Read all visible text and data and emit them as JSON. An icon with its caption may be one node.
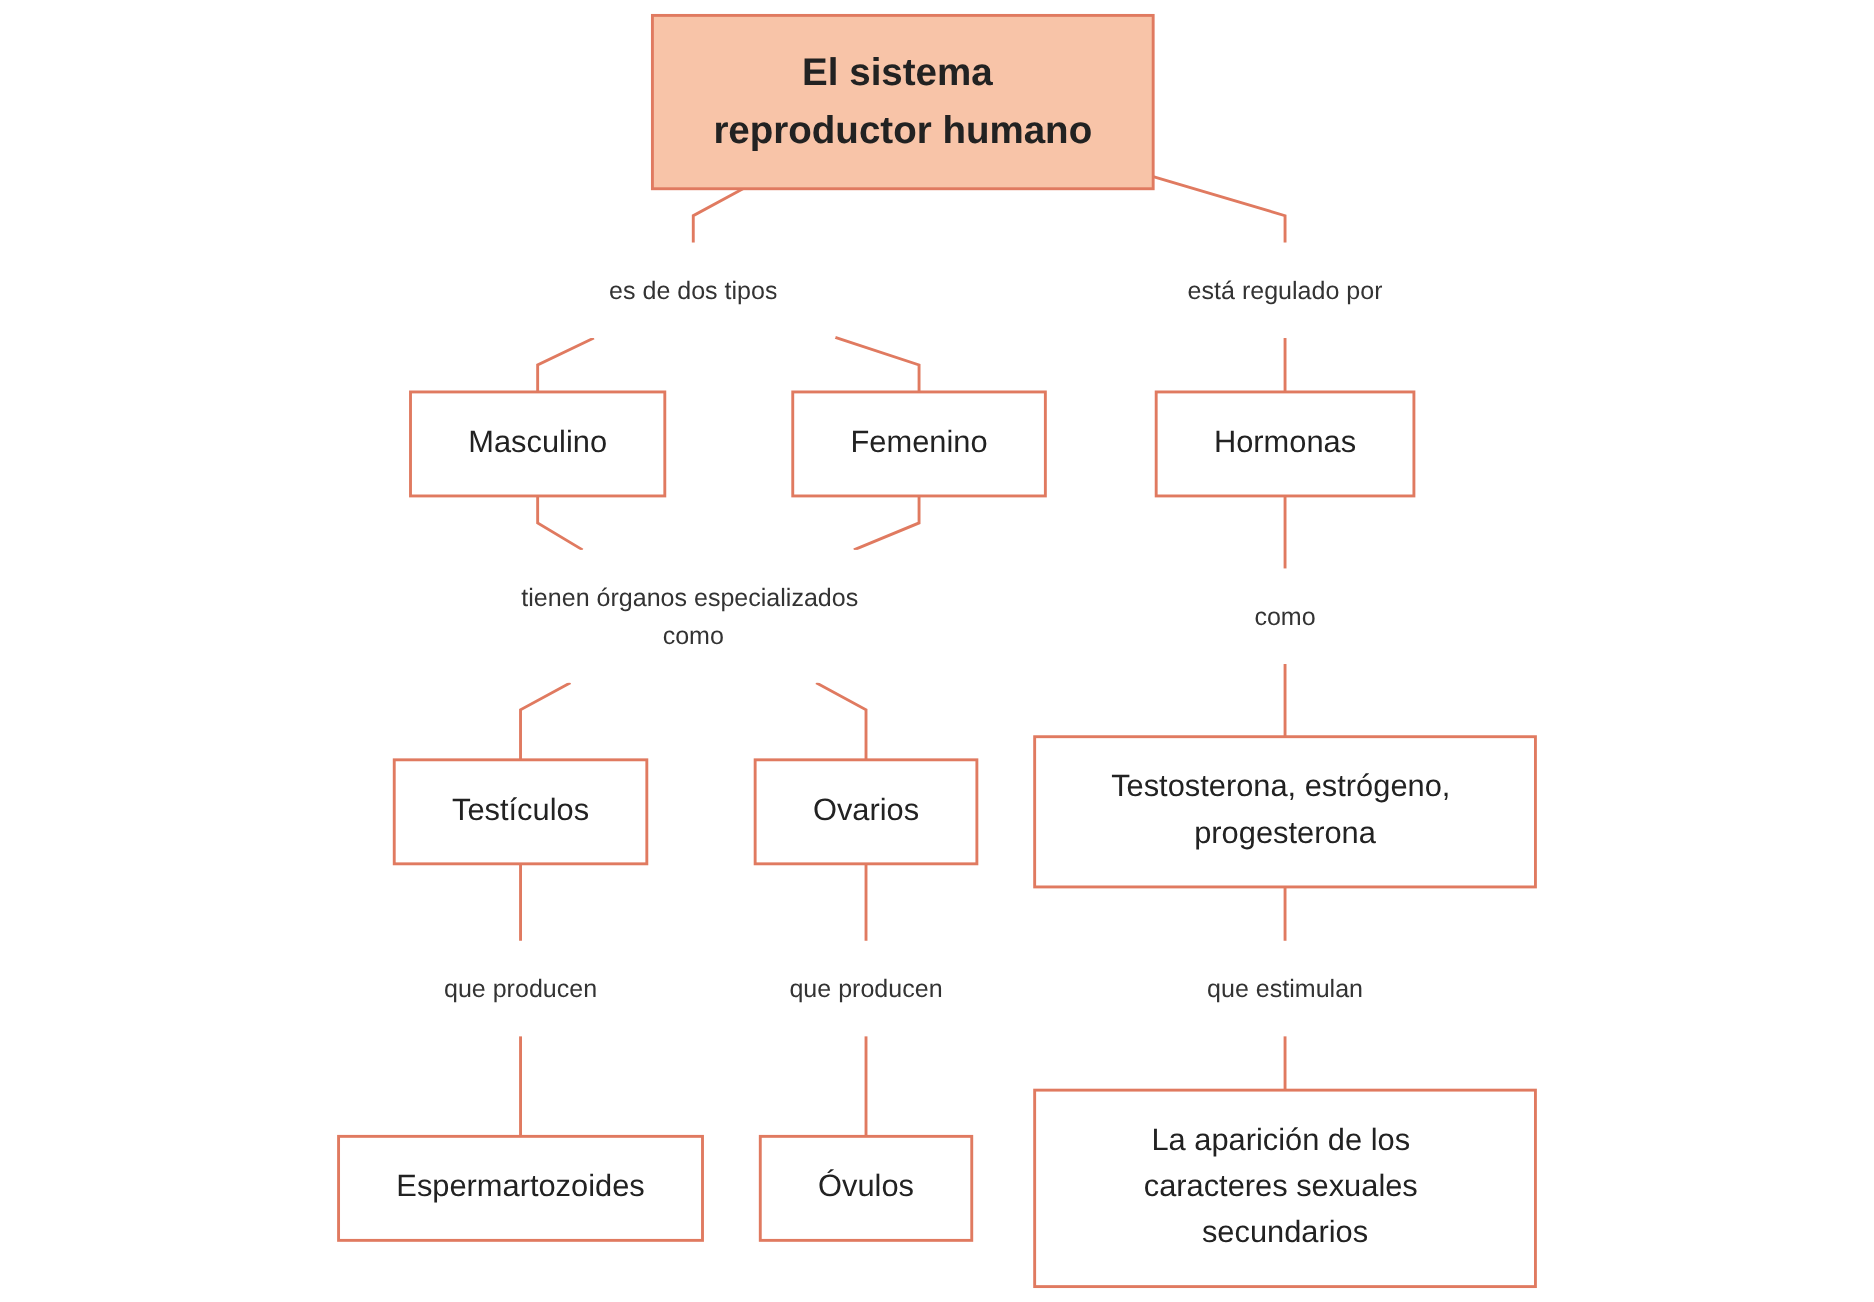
{
  "diagram": {
    "nodes": [
      {
        "text": [
          "El sistema reproductor humano"
        ]
      },
      {
        "text": [
          "es de dos tipos"
        ]
      },
      {
        "text": [
          "está regulado por"
        ]
      },
      {
        "text": [
          "Masculino"
        ]
      },
      {
        "text": [
          "Femenino"
        ]
      },
      {
        "text": [
          "tienen órganos especializados como"
        ]
      },
      {
        "text": [
          "Hormonas"
        ]
      },
      {
        "text": [
          "como"
        ]
      },
      {
        "text": [
          "Testículos"
        ]
      },
      {
        "text": [
          "Ovarios"
        ]
      },
      {
        "text": [
          "Testosterona, estrógeno, progesterona"
        ]
      },
      {
        "text": [
          "que producen"
        ]
      },
      {
        "text": [
          "que producen"
        ]
      },
      {
        "text": [
          "que estimulan"
        ]
      },
      {
        "text": [
          "Espermartozoides"
        ]
      },
      {
        "text": [
          "Óvulos"
        ]
      },
      {
        "text": [
          "La aparición de los caracteres sexuales secundarios"
        ]
      }
    ],
    "edges": [
      {
        "from": 0,
        "to": 1,
        "arrow": "none"
      },
      {
        "from": 0,
        "to": 2,
        "arrow": "none"
      },
      {
        "from": 1,
        "to": 3,
        "arrow": "none"
      },
      {
        "from": 1,
        "to": 4,
        "arrow": "none"
      },
      {
        "from": 3,
        "to": 5,
        "arrow": "none"
      },
      {
        "from": 4,
        "to": 5,
        "arrow": "none"
      },
      {
        "from": 5,
        "to": 8,
        "arrow": "none"
      },
      {
        "from": 5,
        "to": 9,
        "arrow": "none"
      },
      {
        "from": 2,
        "to": 6,
        "arrow": "none"
      },
      {
        "from": 6,
        "to": 7,
        "arrow": "none"
      },
      {
        "from": 7,
        "to": 10,
        "arrow": "none"
      },
      {
        "from": 10,
        "to": 13,
        "arrow": "none"
      },
      {
        "from": 13,
        "to": 16,
        "arrow": "none"
      },
      {
        "from": 8,
        "to": 11,
        "arrow": "none"
      },
      {
        "from": 11,
        "to": 14,
        "arrow": "none"
      },
      {
        "from": 9,
        "to": 12,
        "arrow": "none"
      },
      {
        "from": 12,
        "to": 15,
        "arrow": "none"
      }
    ]
  }
}
